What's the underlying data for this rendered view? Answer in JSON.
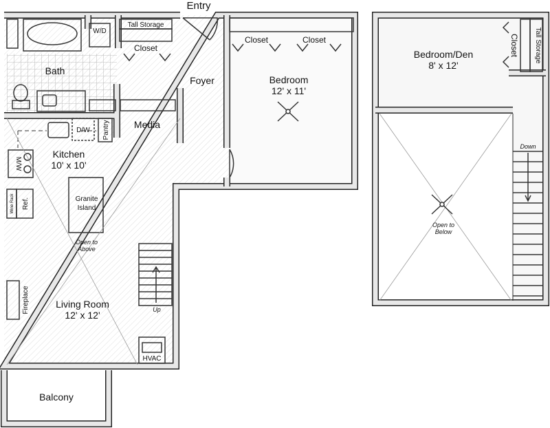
{
  "unit": {
    "entry": "Entry",
    "bath": "Bath",
    "wd": "W/D",
    "tall_storage": "Tall Storage",
    "closet": "Closet",
    "foyer": "Foyer",
    "bedroom": {
      "name": "Bedroom",
      "size": "12' x 11'"
    },
    "bedroom_closet_1": "Closet",
    "bedroom_closet_2": "Closet",
    "media": "Media",
    "pantry": "Pantry",
    "dw": "D/W",
    "kitchen": {
      "name": "Kitchen",
      "size": "10' x 10'"
    },
    "mw": "M/W",
    "wine_rack": "Wine Rack",
    "ref": "Ref.",
    "island": {
      "line1": "Granite",
      "line2": "Island"
    },
    "open_above": {
      "line1": "Open to",
      "line2": "Above"
    },
    "up": "Up",
    "fireplace": "Fireplace",
    "living": {
      "name": "Living Room",
      "size": "12' x 12'"
    },
    "hvac": "HVAC",
    "balcony": "Balcony"
  },
  "loft": {
    "den": {
      "name": "Bedroom/Den",
      "size": "8' x 12'"
    },
    "closet": "Closet",
    "tall_storage": "Tall Storage",
    "down": "Down",
    "open_below": {
      "line1": "Open to",
      "line2": "Below"
    }
  }
}
